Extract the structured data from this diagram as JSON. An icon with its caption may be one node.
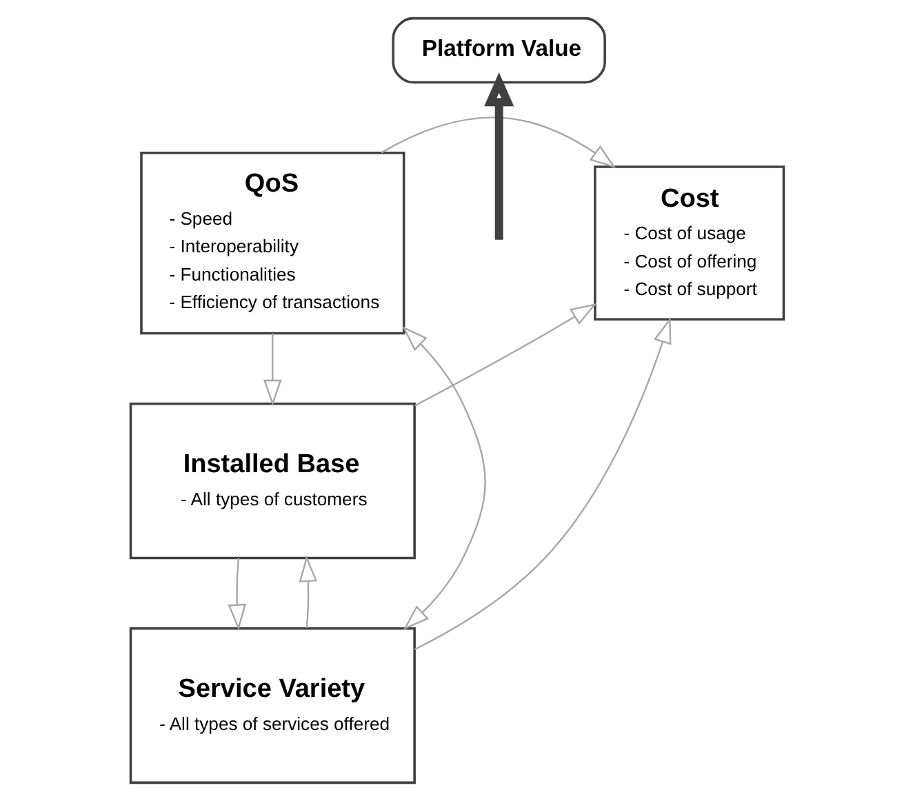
{
  "diagram": {
    "nodes": [
      {
        "text": [
          "Platform Value"
        ]
      },
      {
        "text": [
          "QoS",
          "- Speed",
          "- Interoperability",
          "- Functionalities",
          "- Efficiency of transactions"
        ]
      },
      {
        "text": [
          "Cost",
          "- Cost of usage",
          "- Cost of offering",
          "- Cost of support"
        ]
      },
      {
        "text": [
          "Installed Base",
          "- All types of customers"
        ]
      },
      {
        "text": [
          "Service Variety",
          "- All types of services offered"
        ]
      }
    ],
    "edges": [
      {
        "from": null,
        "to": 0,
        "arrow": "to",
        "style": "thick",
        "color": "#404040"
      },
      {
        "from": 1,
        "to": 2,
        "arrow": "to"
      },
      {
        "from": 1,
        "to": 3,
        "arrow": "to"
      },
      {
        "from": 3,
        "to": 2,
        "arrow": "to"
      },
      {
        "from": 4,
        "to": 3,
        "arrow": "to"
      },
      {
        "from": 3,
        "to": 4,
        "arrow": "to"
      },
      {
        "from": 4,
        "to": 1,
        "arrow": "both"
      },
      {
        "from": 4,
        "to": 2,
        "arrow": "to"
      }
    ]
  }
}
